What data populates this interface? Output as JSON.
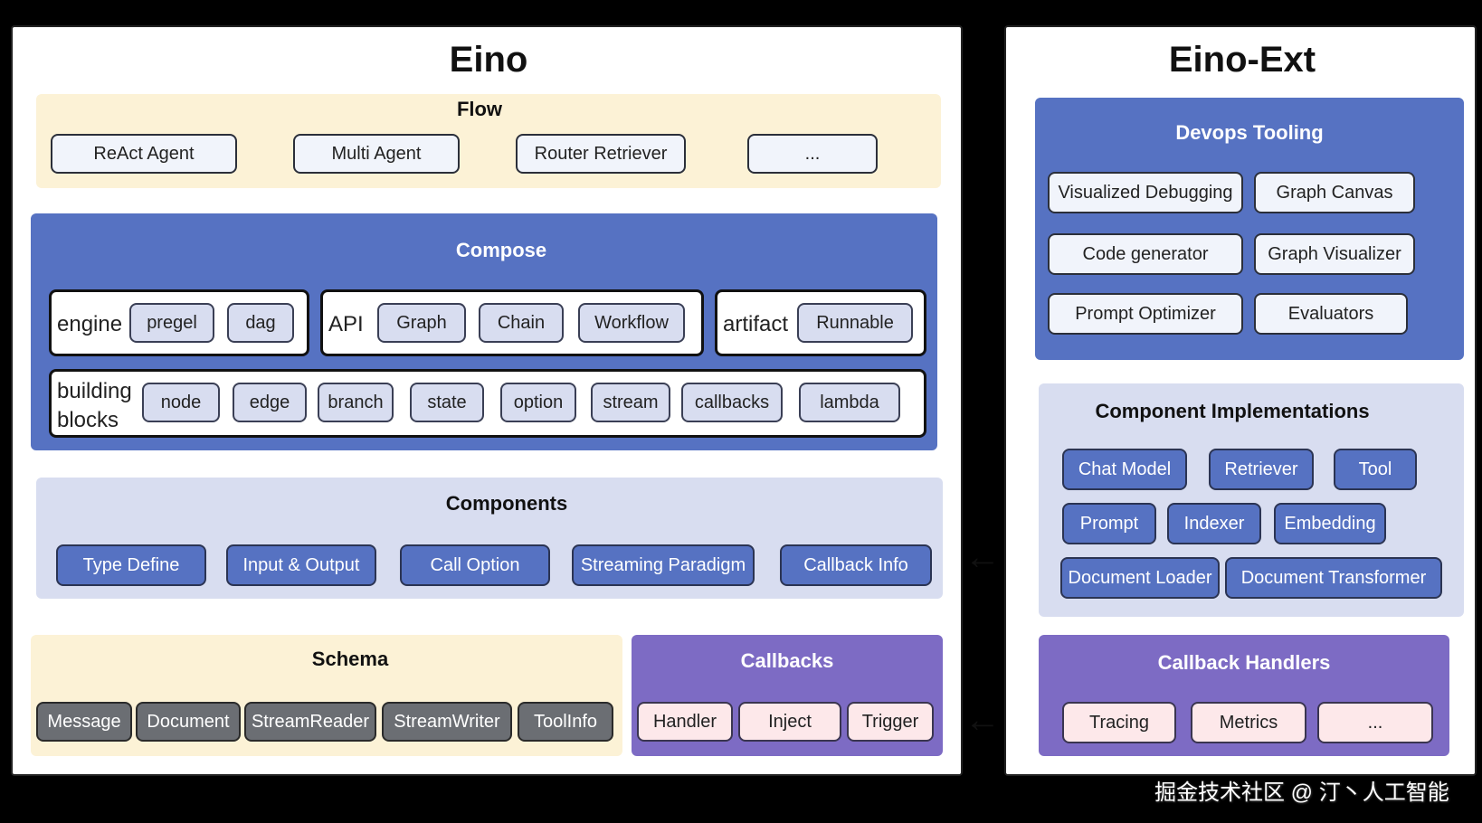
{
  "eino": {
    "title": "Eino",
    "flow": {
      "title": "Flow",
      "items": [
        "ReAct Agent",
        "Multi Agent",
        "Router Retriever",
        "..."
      ]
    },
    "compose": {
      "title": "Compose",
      "engine": {
        "label": "engine",
        "items": [
          "pregel",
          "dag"
        ]
      },
      "api": {
        "label": "API",
        "items": [
          "Graph",
          "Chain",
          "Workflow"
        ]
      },
      "artifact": {
        "label": "artifact",
        "items": [
          "Runnable"
        ]
      },
      "building_blocks": {
        "label_line1": "building",
        "label_line2": "blocks",
        "items": [
          "node",
          "edge",
          "branch",
          "state",
          "option",
          "stream",
          "callbacks",
          "lambda"
        ]
      }
    },
    "components": {
      "title": "Components",
      "items": [
        "Type Define",
        "Input & Output",
        "Call Option",
        "Streaming Paradigm",
        "Callback Info"
      ]
    },
    "schema": {
      "title": "Schema",
      "items": [
        "Message",
        "Document",
        "StreamReader",
        "StreamWriter",
        "ToolInfo"
      ]
    },
    "callbacks": {
      "title": "Callbacks",
      "items": [
        "Handler",
        "Inject",
        "Trigger"
      ]
    }
  },
  "eino_ext": {
    "title": "Eino-Ext",
    "devops": {
      "title": "Devops Tooling",
      "items": [
        "Visualized Debugging",
        "Graph Canvas",
        "Code generator",
        "Graph Visualizer",
        "Prompt Optimizer",
        "Evaluators"
      ]
    },
    "component_impl": {
      "title": "Component Implementations",
      "items": [
        "Chat Model",
        "Retriever",
        "Tool",
        "Prompt",
        "Indexer",
        "Embedding",
        "Document Loader",
        "Document Transformer"
      ]
    },
    "callback_handlers": {
      "title": "Callback Handlers",
      "items": [
        "Tracing",
        "Metrics",
        "..."
      ]
    }
  },
  "arrows": [
    "←",
    "←"
  ],
  "watermark": "掘金技术社区 @ 汀丶人工智能",
  "colors": {
    "flow_bg": "#fcf2d6",
    "compose_bg": "#5672c2",
    "components_bg": "#d8ddf0",
    "callbacks_bg": "#7d6bc4",
    "component_box": "#5672c2"
  }
}
